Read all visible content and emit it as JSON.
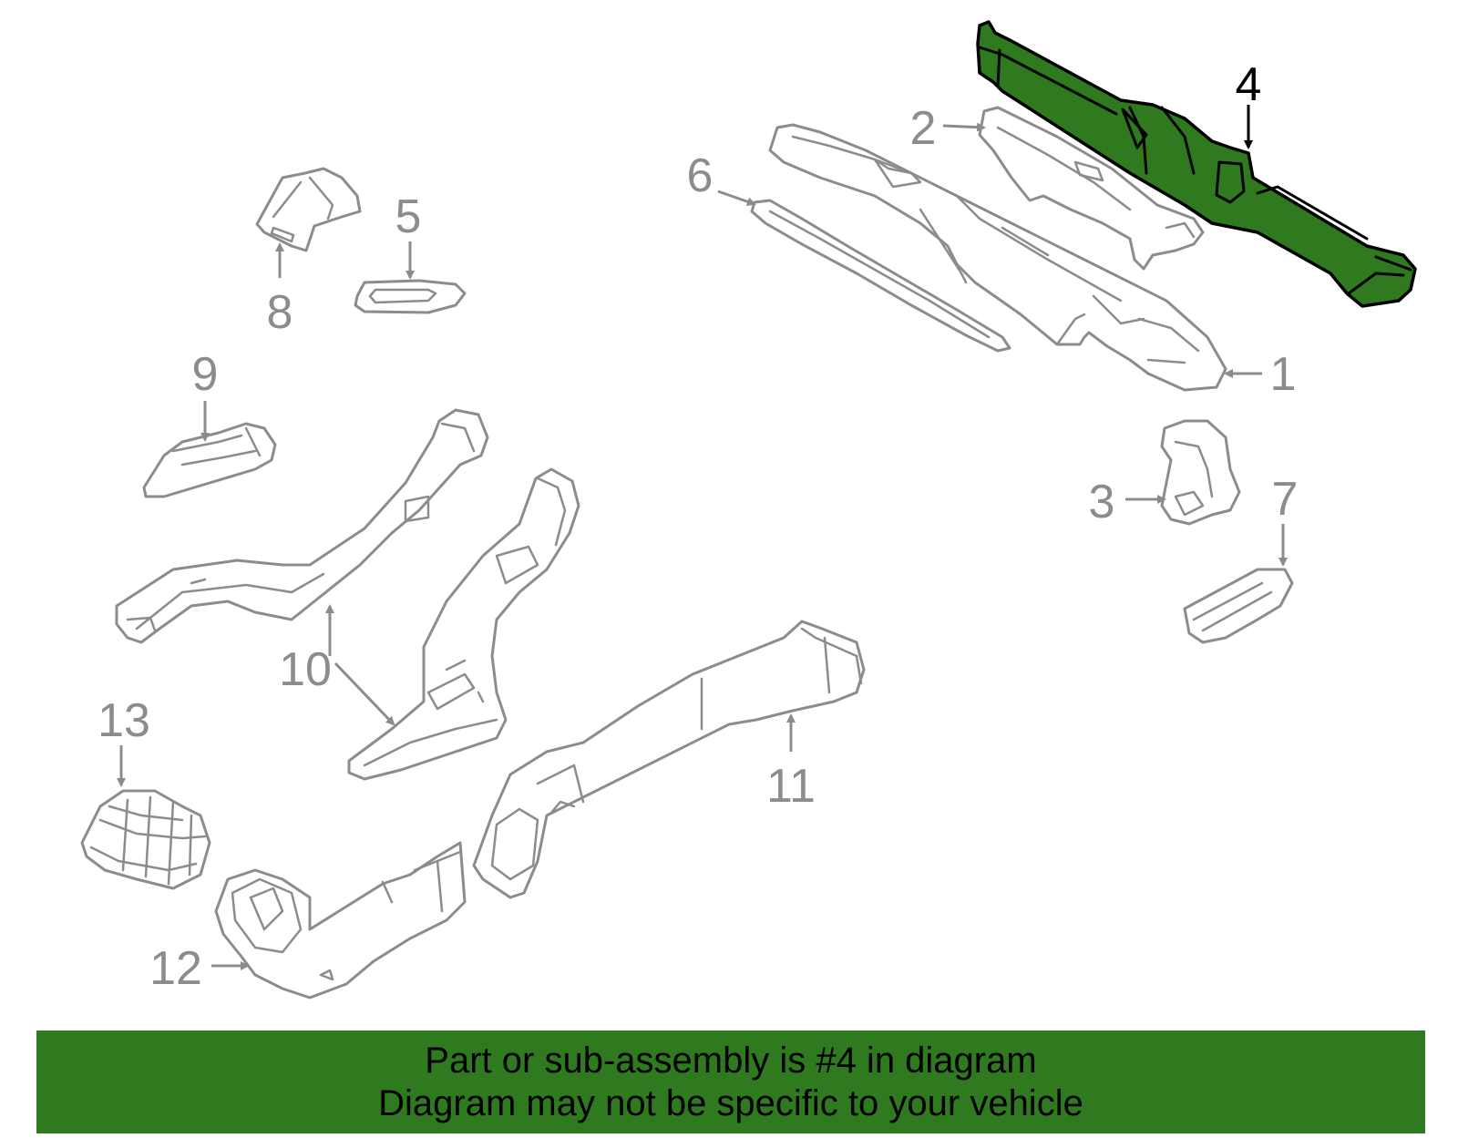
{
  "diagram": {
    "highlighted_part": "4",
    "highlight_color": "#2f7a1f",
    "line_color": "#8c8c8c",
    "callouts": [
      "1",
      "2",
      "3",
      "4",
      "5",
      "6",
      "7",
      "8",
      "9",
      "10",
      "11",
      "12",
      "13"
    ]
  },
  "banner": {
    "line1": "Part or sub-assembly is #4 in diagram",
    "line2": "Diagram may not be specific to your vehicle",
    "background": "#2f7a1f"
  }
}
